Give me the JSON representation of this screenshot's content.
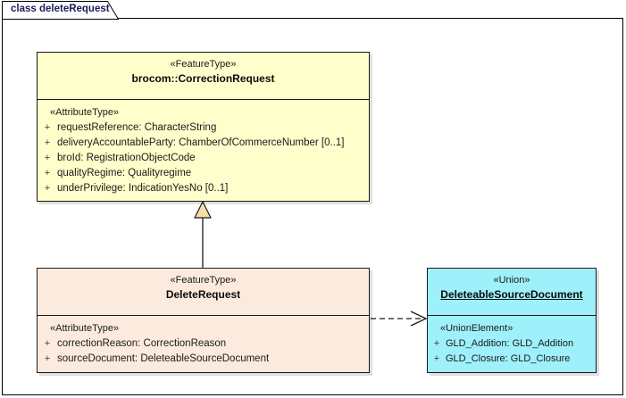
{
  "diagram": {
    "frame_label": "class deleteRequest"
  },
  "colors": {
    "feature_type_fill": "#ffffcc",
    "delete_request_fill": "#fdeade",
    "union_fill": "#9ef0fb",
    "border": "#1a1a1a",
    "frame_label_color": "#1b1b5c",
    "generalization_arrow_fill": "#f5e1a8"
  },
  "classes": [
    {
      "id": "correction-request",
      "stereotype": "«FeatureType»",
      "name": "brocom::CorrectionRequest",
      "compartment_stereotype": "«AttributeType»",
      "attributes": [
        {
          "visibility": "+",
          "text": "requestReference: CharacterString"
        },
        {
          "visibility": "+",
          "text": "deliveryAccountableParty: ChamberOfCommerceNumber [0..1]"
        },
        {
          "visibility": "+",
          "text": "broId: RegistrationObjectCode"
        },
        {
          "visibility": "+",
          "text": "qualityRegime: Qualityregime"
        },
        {
          "visibility": "+",
          "text": "underPrivilege: IndicationYesNo [0..1]"
        }
      ]
    },
    {
      "id": "delete-request",
      "stereotype": "«FeatureType»",
      "name": "DeleteRequest",
      "compartment_stereotype": "«AttributeType»",
      "attributes": [
        {
          "visibility": "+",
          "text": "correctionReason: CorrectionReason"
        },
        {
          "visibility": "+",
          "text": "sourceDocument: DeleteableSourceDocument"
        }
      ]
    },
    {
      "id": "deleteable-source-document",
      "stereotype": "«Union»",
      "name": "DeleteableSourceDocument",
      "compartment_stereotype": "«UnionElement»",
      "attributes": [
        {
          "visibility": "+",
          "text": "GLD_Addition: GLD_Addition"
        },
        {
          "visibility": "+",
          "text": "GLD_Closure: GLD_Closure"
        }
      ]
    }
  ],
  "connectors": [
    {
      "id": "generalization",
      "type": "generalization",
      "from": "DeleteRequest",
      "to": "brocom::CorrectionRequest"
    },
    {
      "id": "dependency",
      "type": "dependency",
      "from": "DeleteRequest",
      "to": "DeleteableSourceDocument"
    }
  ]
}
